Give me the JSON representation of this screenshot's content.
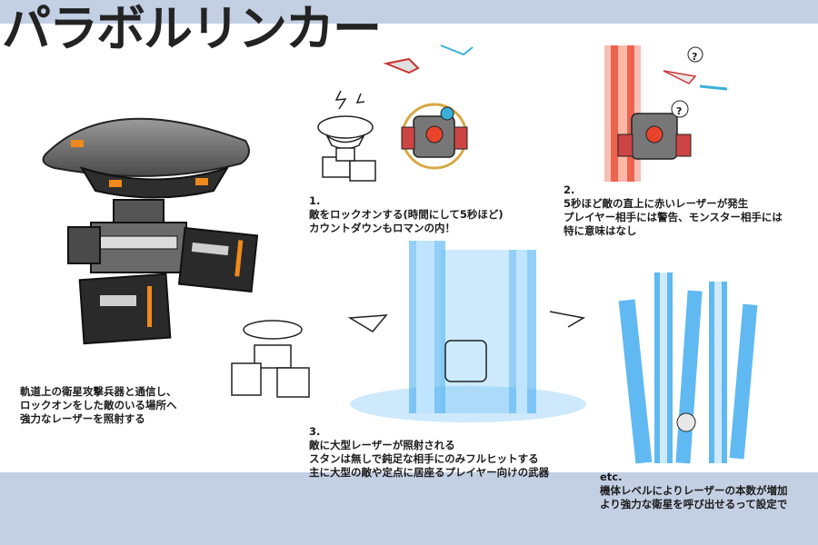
{
  "title": "パラボルリンカー",
  "notes": {
    "main": [
      "軌道上の衛星攻撃兵器と通信し、",
      "ロックオンをした敵のいる場所へ",
      "強力なレーザーを照射する"
    ],
    "step1": {
      "num": "1.",
      "lines": [
        "敵をロックオンする(時間にして5秒ほど)",
        "カウントダウンもロマンの内！"
      ]
    },
    "step2": {
      "num": "2.",
      "lines": [
        "5秒ほど敵の直上に赤いレーザーが発生",
        "プレイヤー相手には警告、モンスター相手には",
        "特に意味はなし"
      ]
    },
    "step3": {
      "num": "3.",
      "lines": [
        "敵に大型レーザーが照射される",
        "スタンは無しで鈍足な相手にのみフルヒットする",
        "主に大型の敵や定点に居座るプレイヤー向けの武器"
      ]
    },
    "etc": {
      "num": "etc.",
      "lines": [
        "機体レベルによりレーザーの本数が増加",
        "より強力な衛星を呼び出せるって設定で"
      ]
    }
  },
  "marks": {
    "q1": "?",
    "q2": "?"
  },
  "colors": {
    "band": "#c3cfe3",
    "laser_blue": "#3aa8f0",
    "laser_red": "#e8442c",
    "accent_orange": "#f08a1c"
  }
}
